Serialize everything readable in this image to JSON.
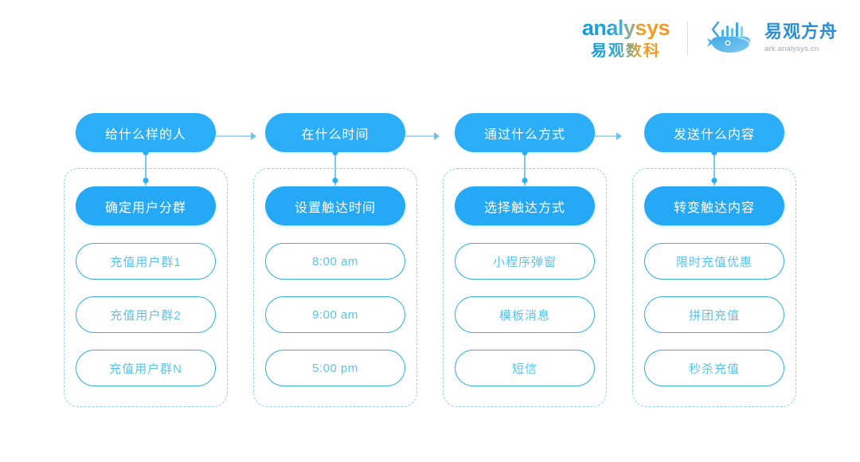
{
  "header": {
    "left_logo": {
      "name": "analysys-logo",
      "wordmark": "analysys",
      "chinese": "易观数科"
    },
    "divider": "|",
    "right_logo": {
      "name": "ark-analysys-logo",
      "icon": "whale-bar-chart-icon",
      "chinese": "易观方舟",
      "url": "ark.analysys.cn"
    }
  },
  "colors": {
    "primary_blue": "#2badf7",
    "outline_blue": "#36b0e6",
    "outline_text": "#5cc3ea",
    "dashed_border": "#8fd0ef",
    "arrow": "#a8d8ef",
    "background": "#ffffff",
    "logo_orange": "#f7941d",
    "logo_blue": "#0a9fe0"
  },
  "flow": {
    "columns": [
      {
        "question": "给什么样的人",
        "action": "确定用户分群",
        "options": [
          "充值用户群1",
          "充值用户群2",
          "充值用户群N"
        ]
      },
      {
        "question": "在什么时间",
        "action": "设置触达时间",
        "options": [
          "8:00 am",
          "9:00 am",
          "5:00 pm"
        ]
      },
      {
        "question": "通过什么方式",
        "action": "选择触达方式",
        "options": [
          "小程序弹窗",
          "模板消息",
          "短信"
        ]
      },
      {
        "question": "发送什么内容",
        "action": "转变触达内容",
        "options": [
          "限时充值优惠",
          "拼团充值",
          "秒杀充值"
        ]
      }
    ]
  }
}
